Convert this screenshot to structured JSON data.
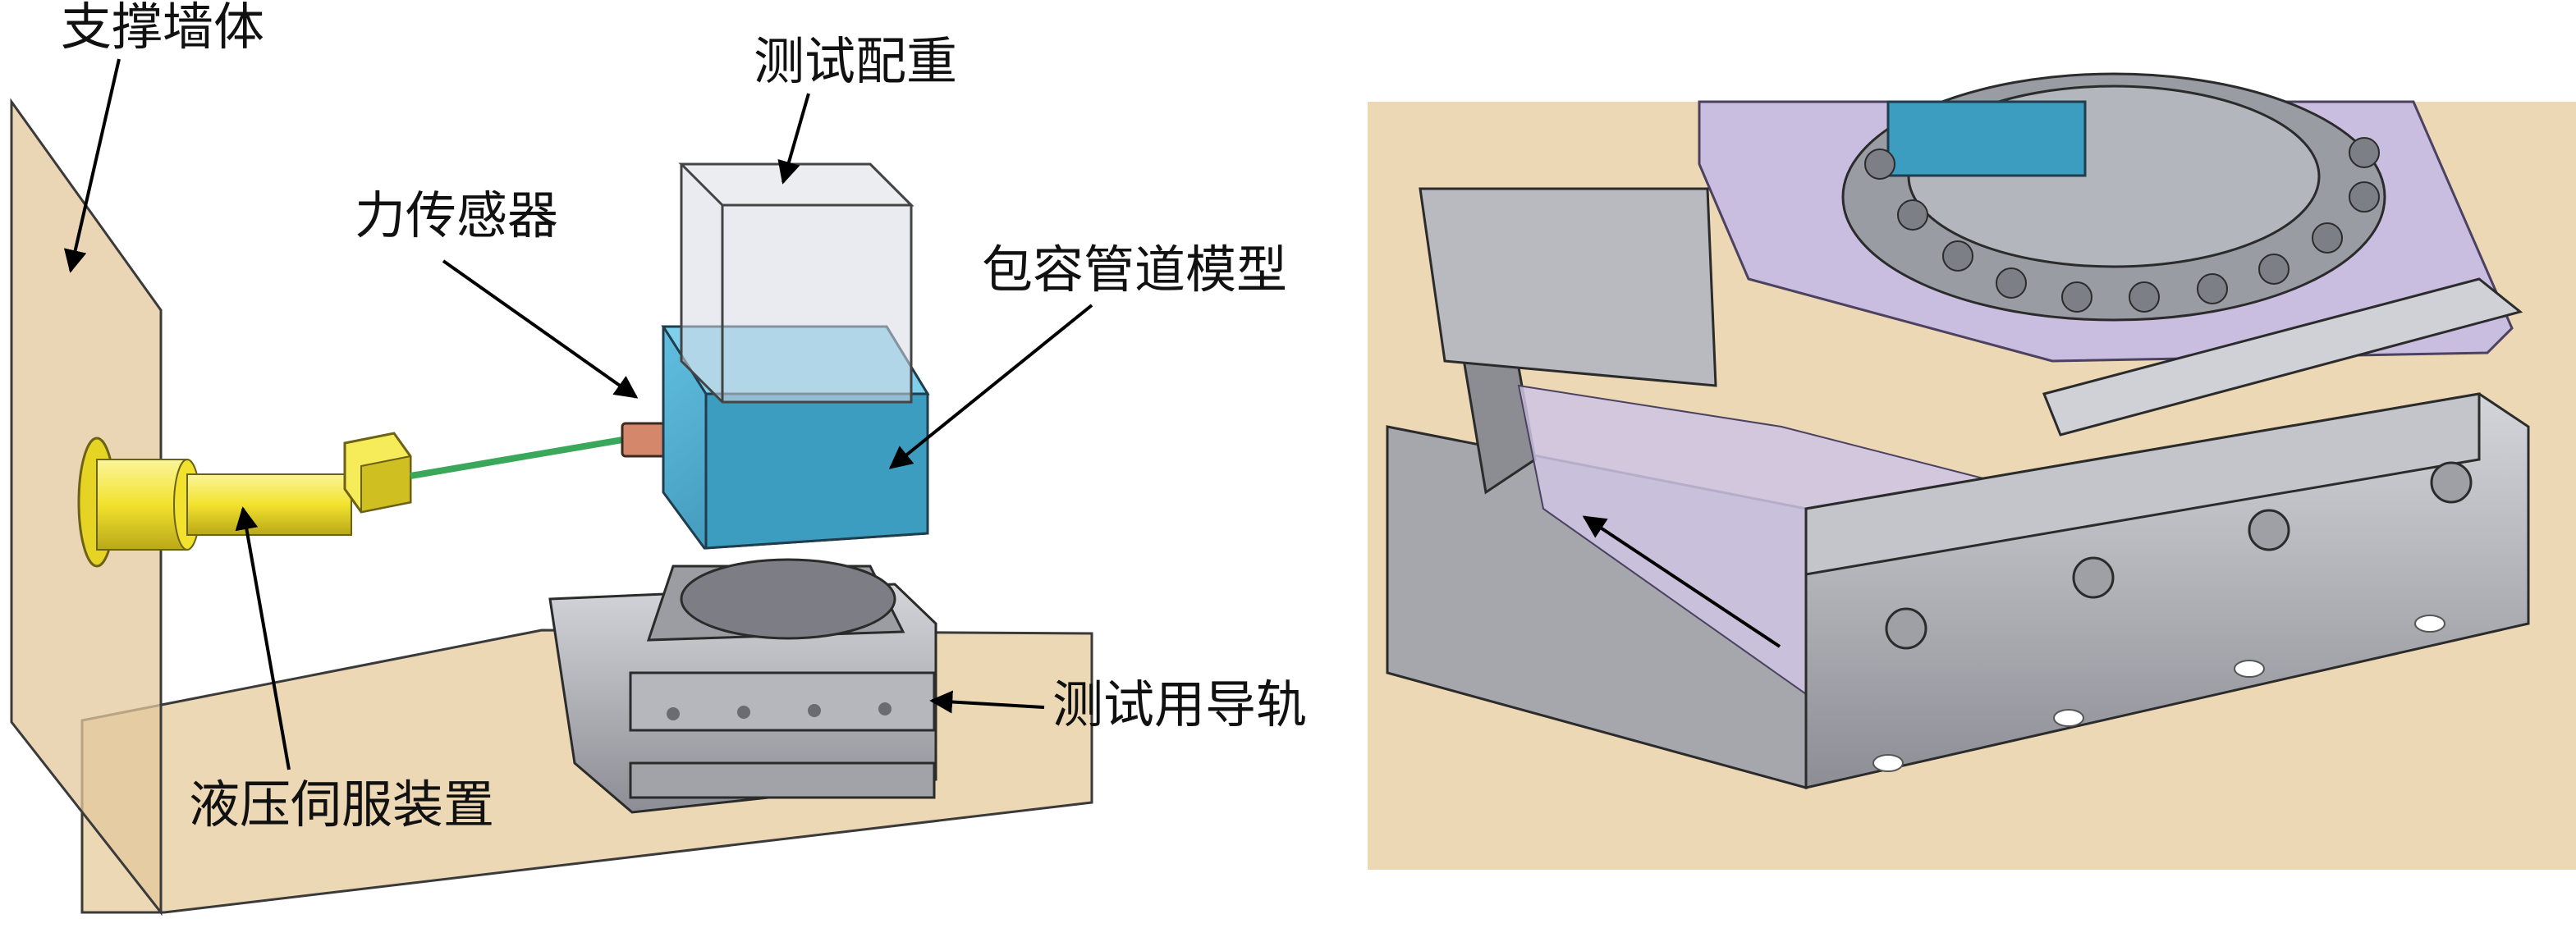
{
  "labels": {
    "support_wall": "支撑墙体",
    "test_counterweight": "测试配重",
    "force_sensor": "力传感器",
    "containment_pipe_model": "包容管道模型",
    "test_guide_rail": "测试用导轨",
    "hydraulic_servo": "液压伺服装置"
  },
  "colors": {
    "ground_panel": "#ecd8b4",
    "wall_panel": "#e8cfa6",
    "actuator_yellow": "#f2e22e",
    "rod_green": "#3aa85a",
    "model_blue": "#3d9dc1",
    "counterweight_glass": "#d9dbe3",
    "rail_purple": "#c9bde0",
    "metal_grey": "#a7a8ae",
    "outline": "#2b2b2b"
  }
}
